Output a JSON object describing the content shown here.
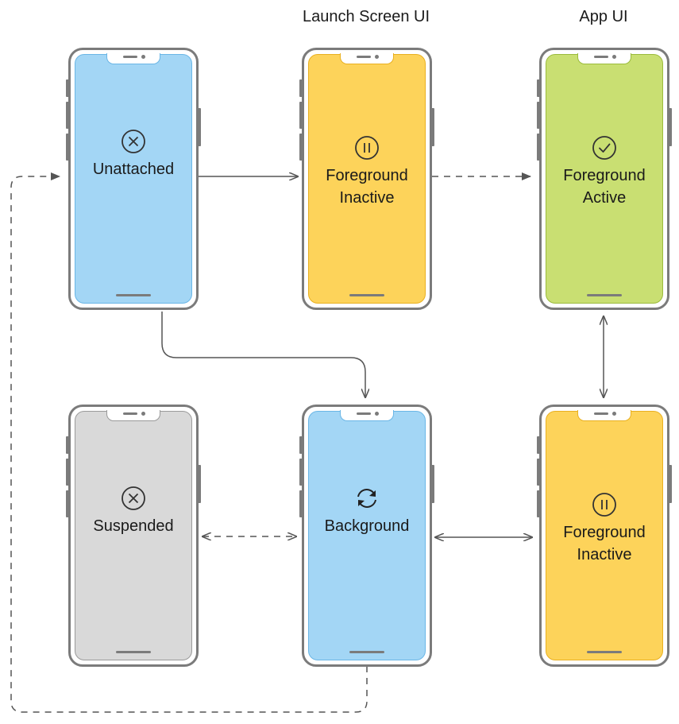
{
  "headers": {
    "launch_screen": "Launch Screen UI",
    "app_ui": "App UI"
  },
  "states": {
    "unattached": {
      "label": "Unattached",
      "icon": "x-circle-icon",
      "color": "#a3d6f5",
      "border": "#6ab6e6"
    },
    "fg_inactive_launch": {
      "label": "Foreground\nInactive",
      "icon": "pause-circle-icon",
      "color": "#fdd35a",
      "border": "#e9b020"
    },
    "fg_active": {
      "label": "Foreground\nActive",
      "icon": "check-circle-icon",
      "color": "#c9df72",
      "border": "#9bbb3c"
    },
    "suspended": {
      "label": "Suspended",
      "icon": "x-circle-icon",
      "color": "#d9d9d9",
      "border": "#9a9a9a"
    },
    "background": {
      "label": "Background",
      "icon": "refresh-icon",
      "color": "#a3d6f5",
      "border": "#6ab6e6"
    },
    "fg_inactive_app": {
      "label": "Foreground\nInactive",
      "icon": "pause-circle-icon",
      "color": "#fdd35a",
      "border": "#e9b020"
    }
  }
}
